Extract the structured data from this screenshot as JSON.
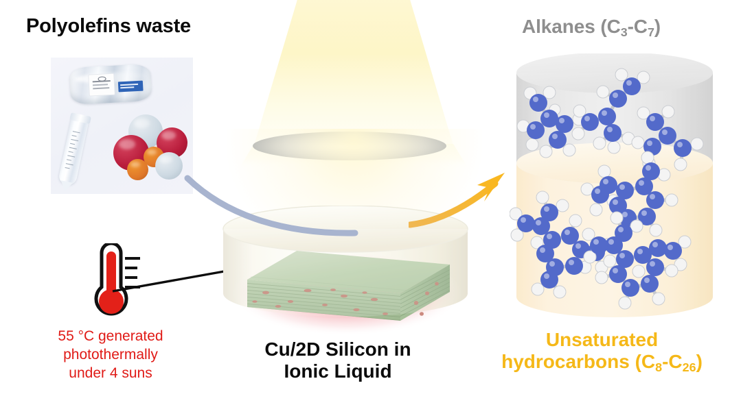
{
  "figure": {
    "kind": "graphical-abstract",
    "background_color": "#ffffff"
  },
  "left_panel": {
    "title": "Polyolefins waste",
    "title_color": "#0b0b0b",
    "photo": {
      "name": "plastic-waste-photo",
      "background_color": "#f1f3f9",
      "items": [
        {
          "label": "sealed-plastic-bag",
          "color": "#e8edf4"
        },
        {
          "label": "centrifuge-tube",
          "color": "#f2f6fa"
        },
        {
          "label": "bottle-cap-red-large",
          "color": "#b91d3c"
        },
        {
          "label": "bottle-cap-red-right",
          "color": "#b91d3c"
        },
        {
          "label": "bottle-cap-lightblue-top",
          "color": "#cdd9e2"
        },
        {
          "label": "bottle-cap-lightblue-bottom",
          "color": "#cdd9e2"
        },
        {
          "label": "bottle-cap-orange-small",
          "color": "#e0792a"
        },
        {
          "label": "bottle-cap-orange-lower",
          "color": "#e0792a"
        }
      ]
    }
  },
  "thermometer": {
    "name": "thermometer-icon",
    "fill_color": "#e32119",
    "outline_color": "#111111",
    "caption_lines": [
      "55 °C generated",
      "photothermally",
      "under 4 suns"
    ],
    "caption_color": "#e01a16",
    "temperature": "55 °C",
    "irradiance": "4 suns"
  },
  "light_source": {
    "name": "solar-simulator-lamp",
    "cone_color": "#fdf6c8",
    "reflector_color": "#b9bbbb"
  },
  "center": {
    "vessel_name": "reaction-vessel",
    "vessel_color": "#f6f4ec",
    "catalyst_name": "cu-2d-silicon-slab",
    "catalyst_color": "#a9c49a",
    "catalyst_dot_color": "#c4796c",
    "glow_color": "#f2a0a6",
    "label_lines": [
      "Cu/2D Silicon in",
      "Ionic Liquid"
    ],
    "label_color": "#0b0b0b"
  },
  "arrows": {
    "inlet": {
      "name": "feed-arrow",
      "color": "#a8b4cf",
      "direction": "photo-to-vessel"
    },
    "outlet": {
      "name": "product-arrow",
      "color": "#f5b83c",
      "direction": "vessel-to-products"
    }
  },
  "right_panel": {
    "gas_phase": {
      "title": "Alkanes (C",
      "title_sub": "3",
      "title_mid": "-C",
      "title_sub2": "7",
      "title_end": ")",
      "title_full": "Alkanes (C3-C7)",
      "title_color": "#8e8e8e",
      "section_color": "#dedede",
      "molecule_count": 3,
      "molecule_type": "short-chain-alkane"
    },
    "liquid_phase": {
      "title_line1": "Unsaturated",
      "title_line2_a": "hydrocarbons (C",
      "title_line2_sub": "8",
      "title_line2_b": "-C",
      "title_line2_sub2": "26",
      "title_line2_c": ")",
      "title_full": "Unsaturated hydrocarbons (C8-C26)",
      "title_color": "#f5b818",
      "section_color": "#fdefd2",
      "molecule_count": 3,
      "molecule_type": "cyclic-unsaturated-hydrocarbon"
    },
    "atom_colors": {
      "carbon": "#4a62c8",
      "hydrogen": "#f2f2f2",
      "bond": "#b9bcc2"
    }
  }
}
